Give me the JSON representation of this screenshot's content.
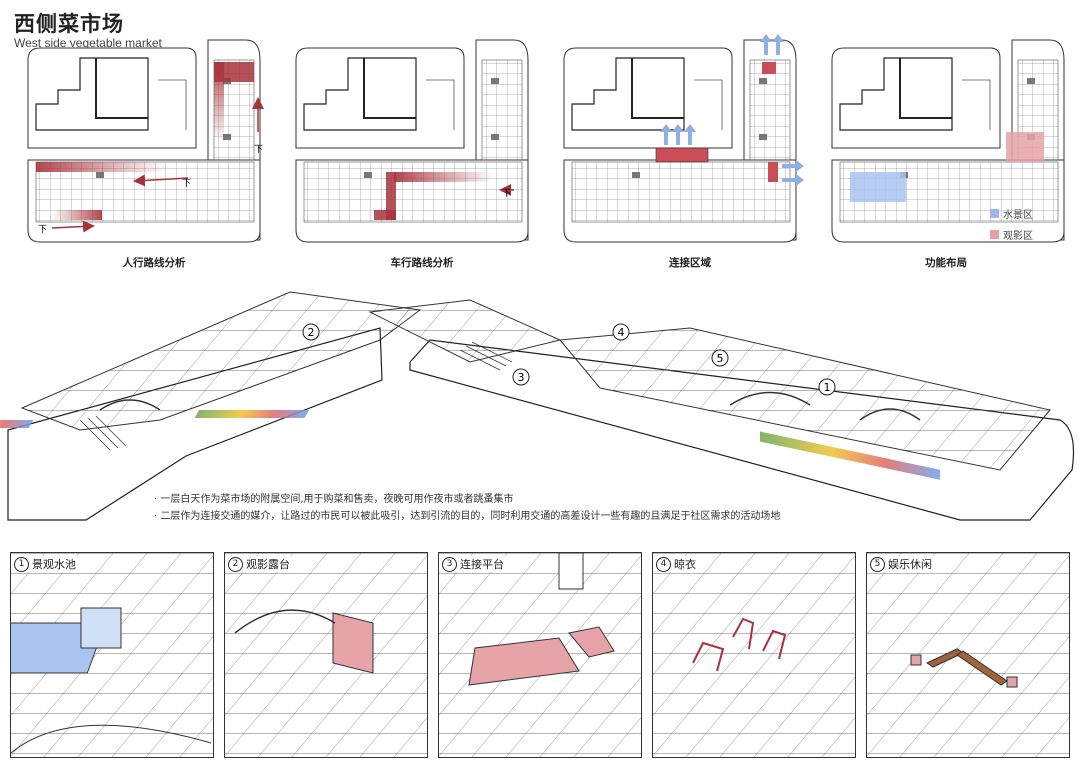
{
  "header": {
    "title": "西侧菜市场",
    "subtitle": "West side vegetable market"
  },
  "analysis": [
    {
      "caption": "人行路线分析",
      "markers": [
        "下",
        "下",
        "下"
      ]
    },
    {
      "caption": "车行路线分析",
      "markers": [
        "下"
      ]
    },
    {
      "caption": "连接区域",
      "markers": []
    },
    {
      "caption": "功能布局",
      "markers": []
    }
  ],
  "legend": [
    {
      "label": "水景区",
      "color": "#9fb8e6"
    },
    {
      "label": "观影区",
      "color": "#e8a0a6"
    }
  ],
  "colors": {
    "route_red": "#a8323c",
    "arrow_blue": "#8fb0e0",
    "water_blue": "#a9c4ee",
    "cinema_pink": "#e6a3a8"
  },
  "main_axon": {
    "callouts": [
      "1",
      "2",
      "3",
      "4",
      "5"
    ]
  },
  "notes": [
    "· 一层白天作为菜市场的附属空间,用于购菜和售卖，夜晚可用作夜市或者跳蚤集市",
    "· 二层作为连接交通的媒介，让路过的市民可以被此吸引，达到引流的目的，同时利用交通的高差设计一些有趣的且满足于社区需求的活动场地"
  ],
  "details": [
    {
      "number": "1",
      "label": "景观水池"
    },
    {
      "number": "2",
      "label": "观影露台"
    },
    {
      "number": "3",
      "label": "连接平台"
    },
    {
      "number": "4",
      "label": "晾衣"
    },
    {
      "number": "5",
      "label": "娱乐休闲"
    }
  ]
}
